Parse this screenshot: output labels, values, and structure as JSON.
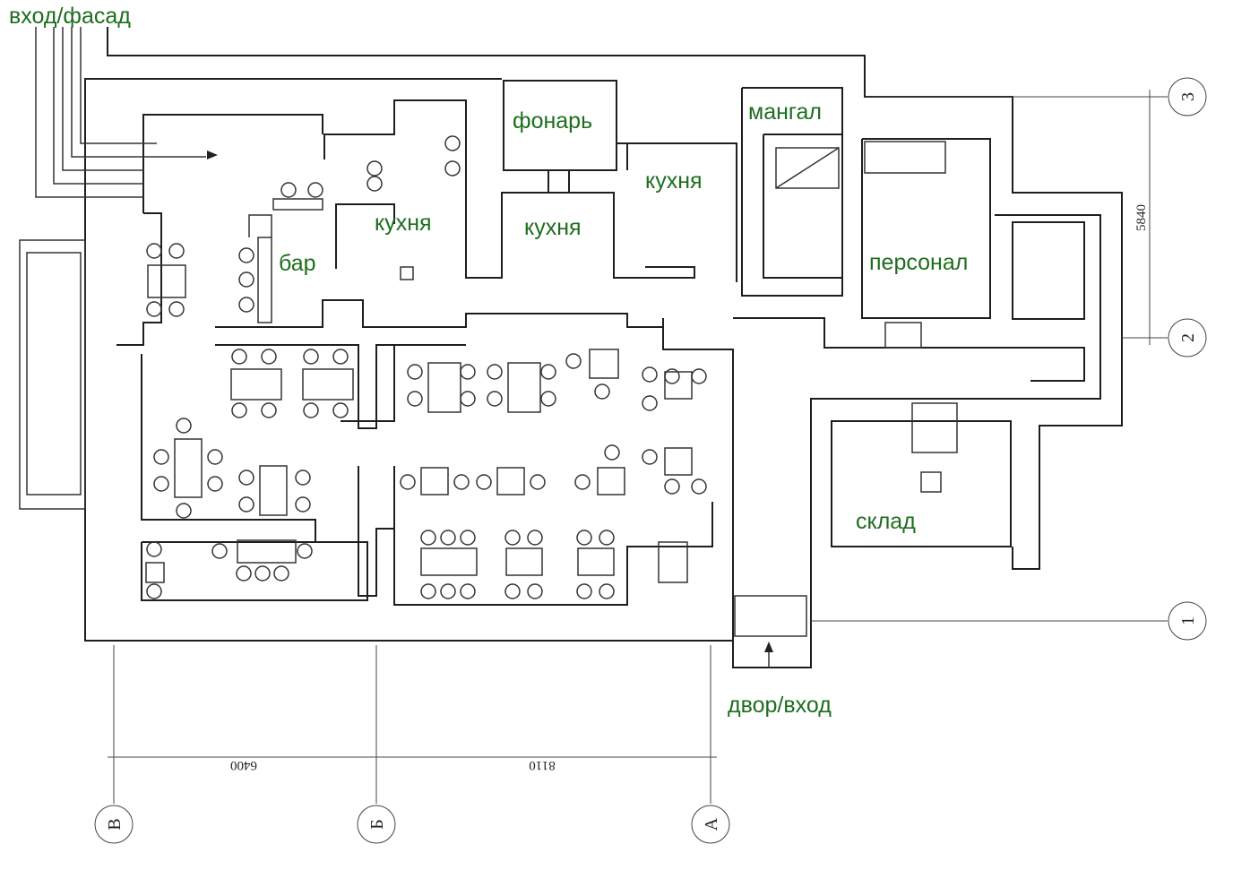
{
  "rooms": {
    "entrance_facade": "вход/фасад",
    "lantern": "фонарь",
    "grill": "мангал",
    "kitchen_1": "кухня",
    "kitchen_2": "кухня",
    "kitchen_3": "кухня",
    "bar": "бар",
    "staff": "персонал",
    "storage": "склад",
    "yard_entrance": "двор/вход"
  },
  "dimensions": {
    "vertical": "5840",
    "left_span": "6400",
    "right_span": "8110"
  },
  "axes": {
    "horizontal": [
      "3",
      "2",
      "1"
    ],
    "vertical": [
      "В",
      "Б",
      "А"
    ]
  },
  "colors": {
    "label": "#1d6e1d",
    "walls": "#1e1e1e"
  }
}
